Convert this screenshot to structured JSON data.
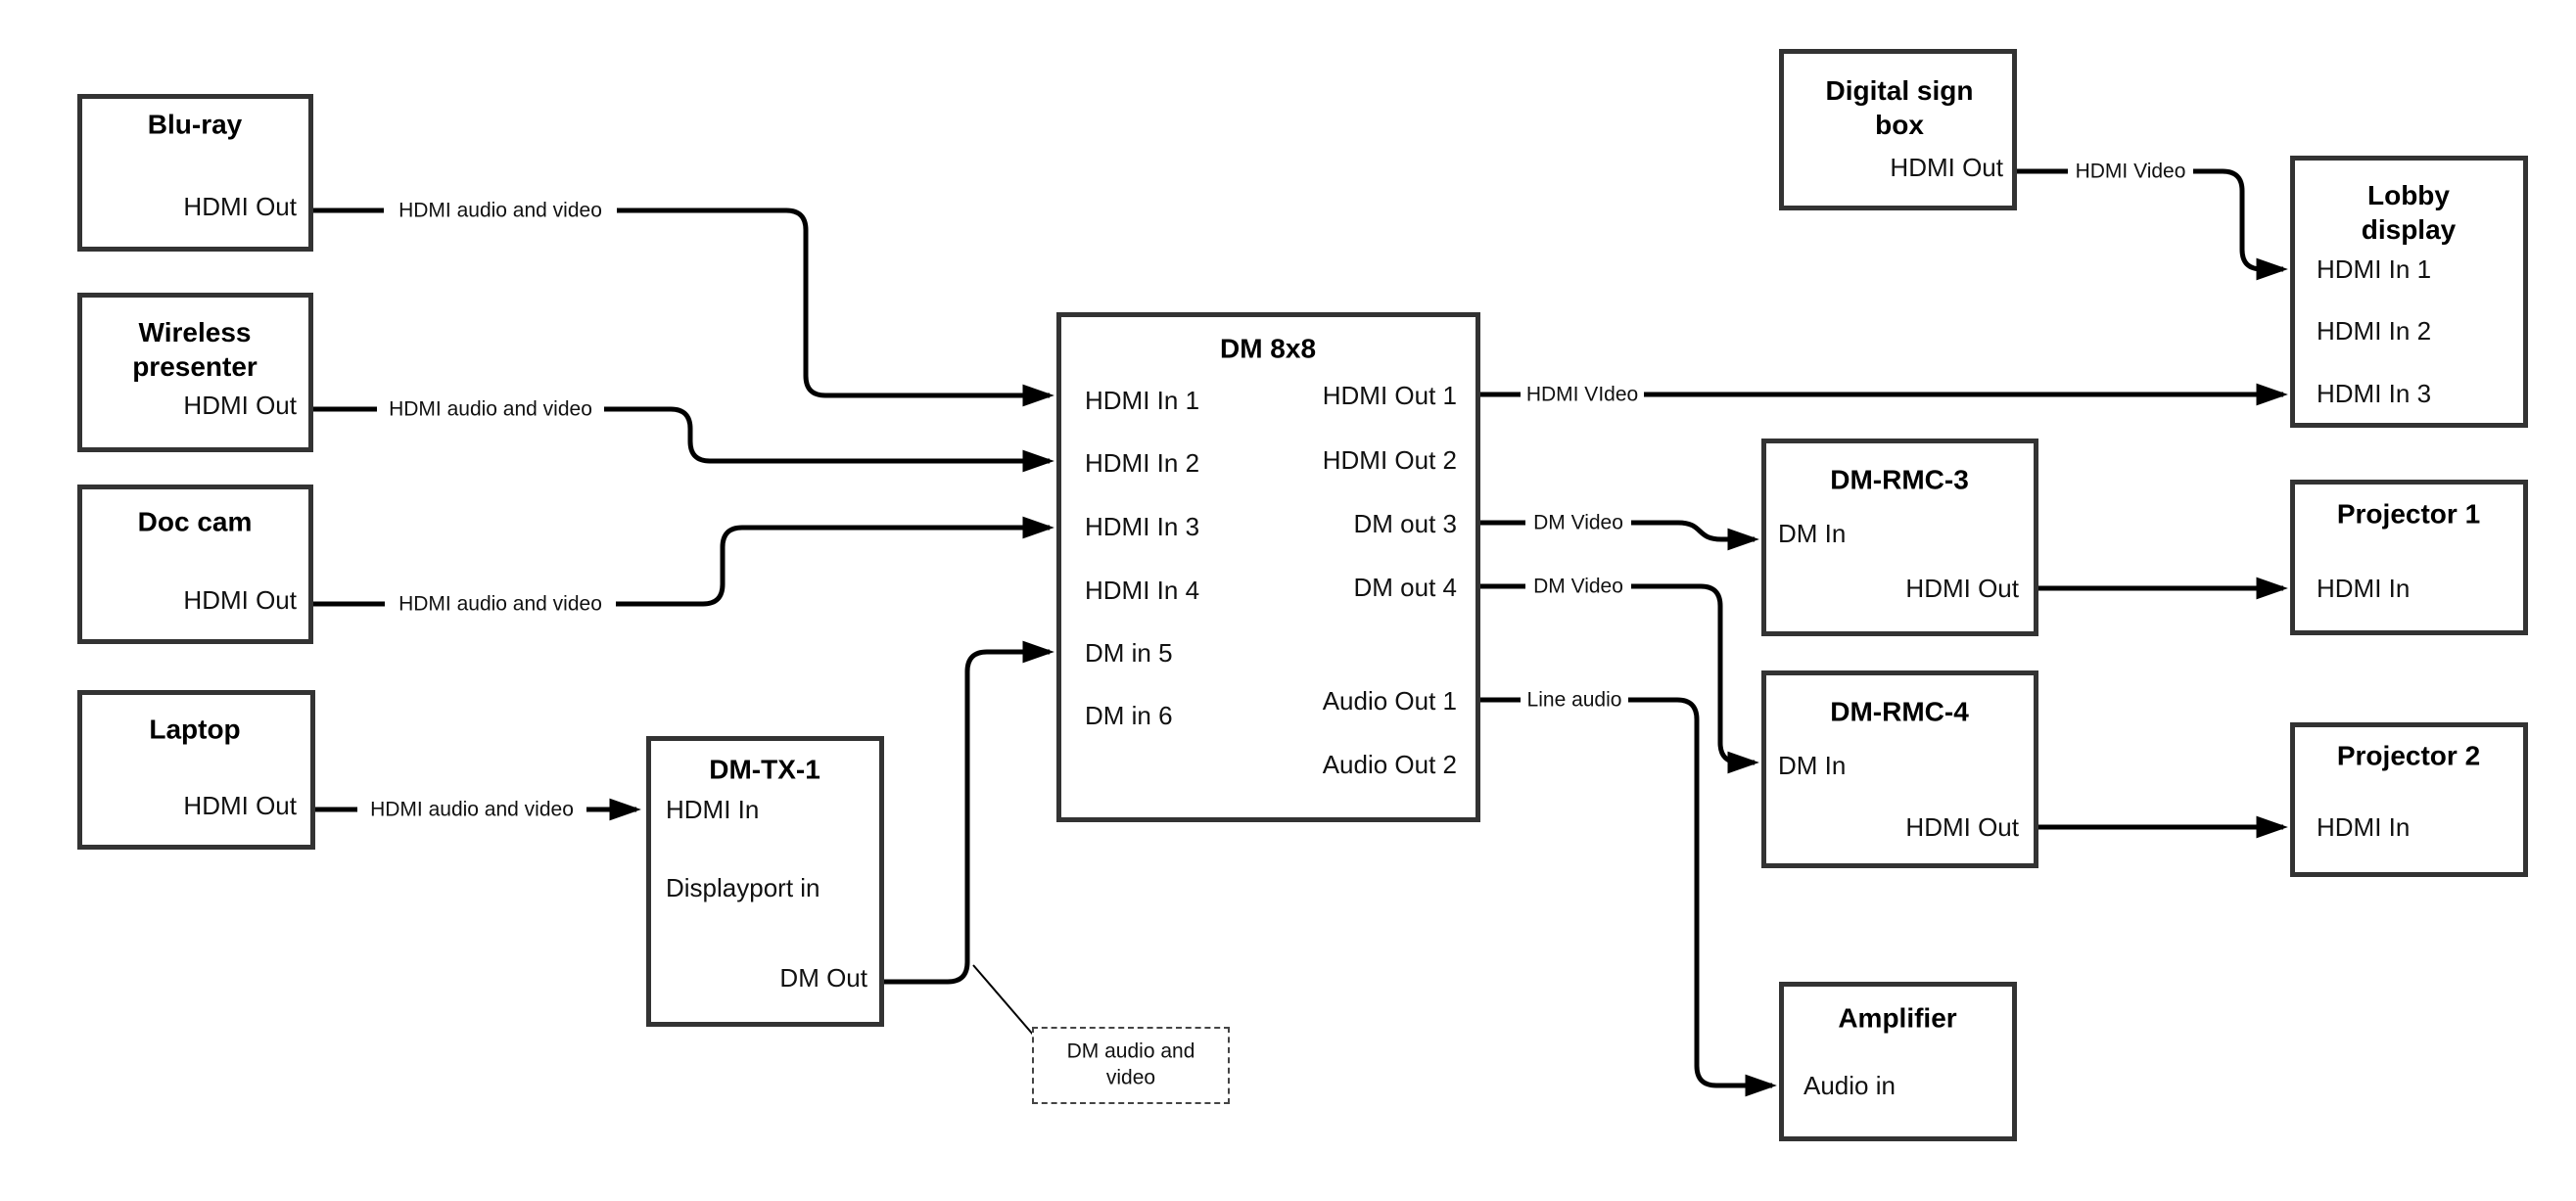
{
  "diagram": {
    "nodes": {
      "bluray": {
        "title": "Blu-ray",
        "ports": {
          "hdmi_out": "HDMI Out"
        }
      },
      "wireless": {
        "title": "Wireless presenter",
        "ports": {
          "hdmi_out": "HDMI Out"
        }
      },
      "doccam": {
        "title": "Doc cam",
        "ports": {
          "hdmi_out": "HDMI Out"
        }
      },
      "laptop": {
        "title": "Laptop",
        "ports": {
          "hdmi_out": "HDMI Out"
        }
      },
      "dmtx1": {
        "title": "DM-TX-1",
        "ports": {
          "hdmi_in": "HDMI In",
          "displayport_in": "Displayport in",
          "dm_out": "DM Out"
        }
      },
      "dm8x8": {
        "title": "DM 8x8",
        "ports": {
          "hdmi_in_1": "HDMI In 1",
          "hdmi_in_2": "HDMI In 2",
          "hdmi_in_3": "HDMI In 3",
          "hdmi_in_4": "HDMI In 4",
          "dm_in_5": "DM in 5",
          "dm_in_6": "DM in 6",
          "hdmi_out_1": "HDMI Out 1",
          "hdmi_out_2": "HDMI Out 2",
          "dm_out_3": "DM out 3",
          "dm_out_4": "DM out 4",
          "audio_out_1": "Audio Out 1",
          "audio_out_2": "Audio Out 2"
        }
      },
      "digitalsign": {
        "title": "Digital sign box",
        "ports": {
          "hdmi_out": "HDMI Out"
        }
      },
      "lobby": {
        "title": "Lobby display",
        "ports": {
          "hdmi_in_1": "HDMI In 1",
          "hdmi_in_2": "HDMI In 2",
          "hdmi_in_3": "HDMI In 3"
        }
      },
      "dmrmc3": {
        "title": "DM-RMC-3",
        "ports": {
          "dm_in": "DM In",
          "hdmi_out": "HDMI Out"
        }
      },
      "projector1": {
        "title": "Projector 1",
        "ports": {
          "hdmi_in": "HDMI In"
        }
      },
      "dmrmc4": {
        "title": "DM-RMC-4",
        "ports": {
          "dm_in": "DM In",
          "hdmi_out": "HDMI Out"
        }
      },
      "projector2": {
        "title": "Projector 2",
        "ports": {
          "hdmi_in": "HDMI In"
        }
      },
      "amplifier": {
        "title": "Amplifier",
        "ports": {
          "audio_in": "Audio in"
        }
      }
    },
    "labels": {
      "hdmi_av": "HDMI audio and video",
      "hdmi_video_typo": "HDMI VIdeo",
      "hdmi_video": "HDMI Video",
      "dm_video": "DM Video",
      "line_audio": "Line audio"
    },
    "callout": {
      "text": "DM audio and video"
    },
    "colors": {
      "line": "#000000",
      "border": "#333333",
      "background": "#ffffff"
    }
  }
}
